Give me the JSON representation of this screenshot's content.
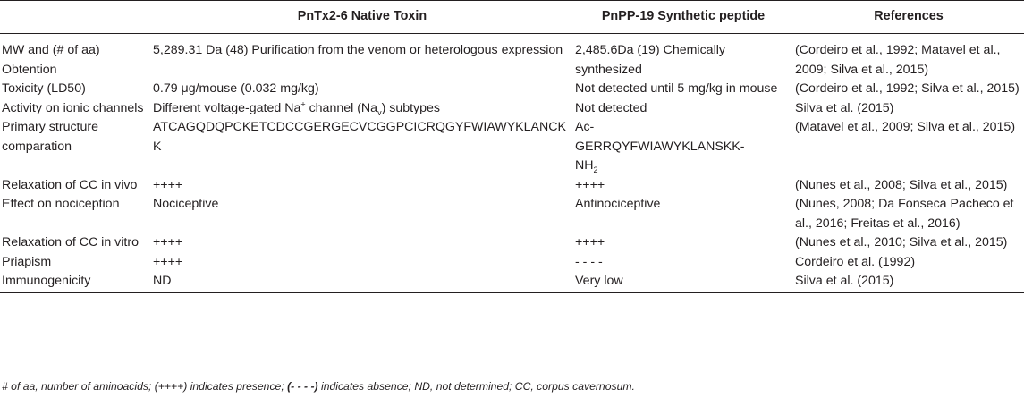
{
  "headers": {
    "c1": "",
    "c2": "PnTx2-6 Native Toxin",
    "c3": "PnPP-19 Synthetic peptide",
    "c4": "References"
  },
  "rows": [
    {
      "c1": "MW and (# of aa) Obtention",
      "c2": "5,289.31 Da (48) Purification from the venom or heterologous expression",
      "c3": "2,485.6Da (19) Chemically synthesized",
      "c4": "(Cordeiro et al., 1992; Matavel et al., 2009; Silva et al., 2015)"
    },
    {
      "c1": "Toxicity (LD50)",
      "c2": "0.79 μg/mouse (0.032 mg/kg)",
      "c3": "Not detected until 5 mg/kg in mouse",
      "c4": "(Cordeiro et al., 1992; Silva et al., 2015)"
    },
    {
      "c1": "Activity on ionic channels",
      "c2_pre": "Different voltage-gated Na",
      "c2_sup": "+",
      "c2_mid": " channel (Na",
      "c2_sub": "v",
      "c2_post": ") subtypes",
      "c3": "Not detected",
      "c4": "Silva et al. (2015)"
    },
    {
      "c1": "Primary structure comparation",
      "c2": "ATCAGQDQPCKETCDCCGERGECVCGGPCICRQGYFWIAWYKLANCKK",
      "c3_l1": "Ac-",
      "c3_l2": "GERRQYFWIAWYKLANSKK-",
      "c3_l3_pre": "NH",
      "c3_l3_sub": "2",
      "c4": "(Matavel et al., 2009; Silva et al., 2015)"
    },
    {
      "c1": "Relaxation of CC in vivo",
      "c2": "++++",
      "c3": "++++",
      "c4": "(Nunes et al., 2008; Silva et al., 2015)"
    },
    {
      "c1": "Effect on nociception",
      "c2": "Nociceptive",
      "c3": "Antinociceptive",
      "c4": "(Nunes, 2008; Da Fonseca Pacheco et al., 2016; Freitas et al., 2016)"
    },
    {
      "c1": "Relaxation of CC in vitro",
      "c2": "++++",
      "c3": "++++",
      "c4": "(Nunes et al., 2010; Silva et al., 2015)"
    },
    {
      "c1": "Priapism",
      "c2": "++++",
      "c3": "- - - -",
      "c4": "Cordeiro et al. (1992)"
    },
    {
      "c1": "Immunogenicity",
      "c2": "ND",
      "c3": "Very low",
      "c4": "Silva et al. (2015)"
    }
  ],
  "footnote": {
    "part1": "# of aa, number of aminoacids; (++++) indicates presence; ",
    "part2": "(- - - -)",
    "part3": " indicates absence; ND, not determined; CC, corpus cavernosum."
  }
}
